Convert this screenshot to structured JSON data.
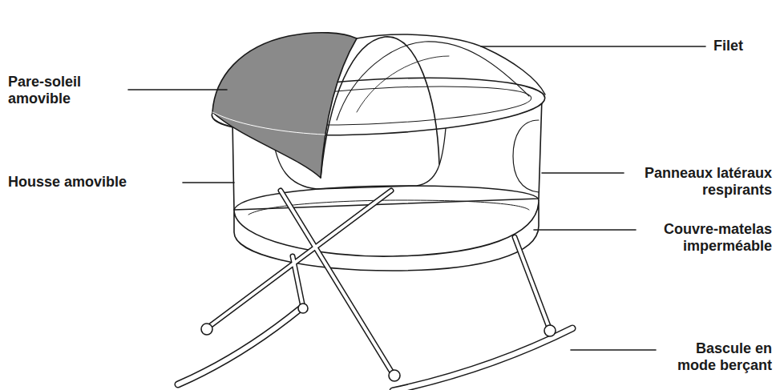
{
  "diagram": {
    "labels": [
      "Filet",
      "Pare-soleil amovible",
      "Housse amovible",
      "Panneaux latéraux respirants",
      "Couvre-matelas imperméable",
      "Bascule en mode berçant"
    ]
  }
}
